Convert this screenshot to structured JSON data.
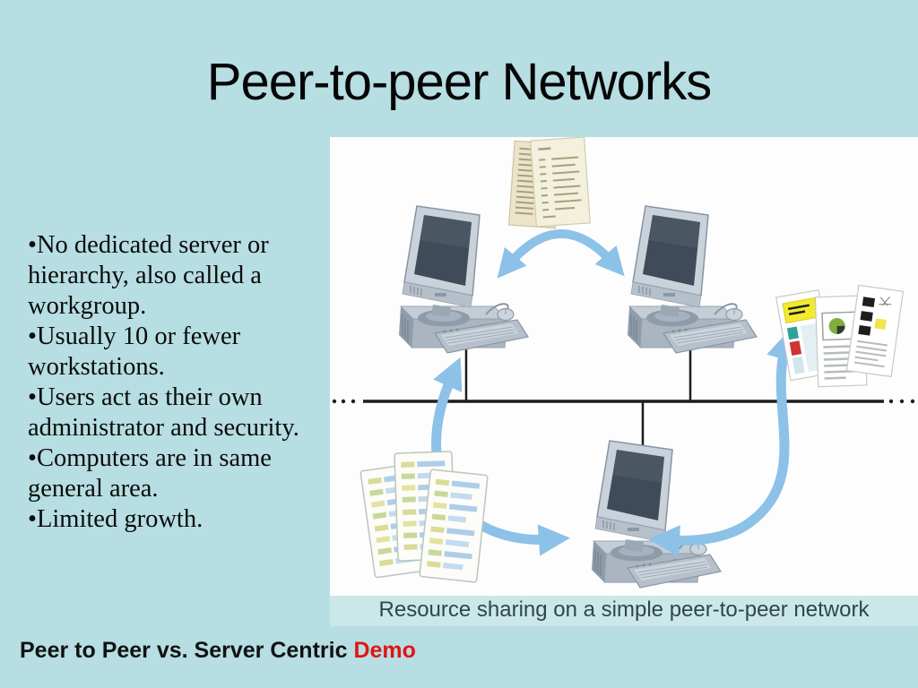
{
  "slide": {
    "title": "Peer-to-peer Networks",
    "bullet_char": "•",
    "bullets": [
      "No dedicated server or hierarchy, also called a workgroup.",
      "Usually 10 or fewer workstations.",
      "Users act as their own administrator and security.",
      "Computers are in same general area.",
      "Limited growth."
    ],
    "figure": {
      "caption": "Resource sharing on a simple peer-to-peer network",
      "description_icons": [
        "desktop-computer-illustration",
        "document-pages-icon",
        "shared-documents-icon",
        "spreadsheet-stack-icon",
        "network-bus",
        "transfer-arrow"
      ]
    },
    "footer": {
      "text": "Peer to Peer vs. Server Centric ",
      "highlight": "Demo"
    }
  },
  "colors": {
    "background": "#b7dee2",
    "panel": "#fdfdfd",
    "caption_strip": "#cbe8e9",
    "arrow": "#8cc1e8",
    "line": "#1c1c1c",
    "demo_red": "#e01414"
  }
}
